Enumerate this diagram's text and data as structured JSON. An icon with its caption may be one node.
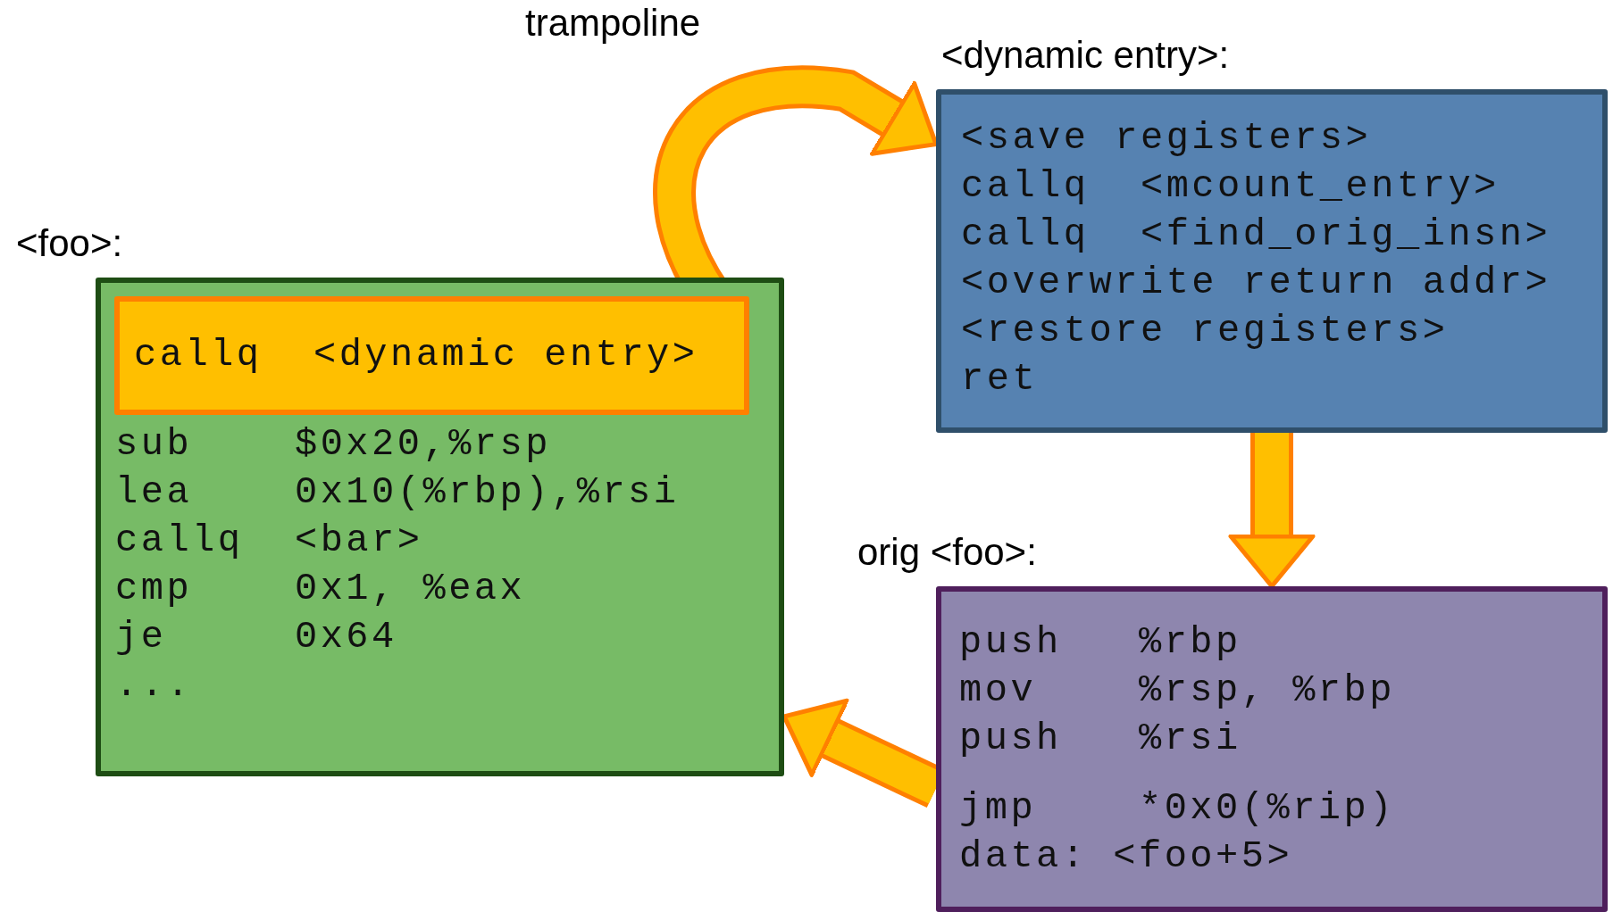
{
  "diagram": {
    "nodes": [
      {
        "text": [
          "<foo>:",
          "sub    $0x20,%rsp",
          "lea    0x10(%rbp),%rsi",
          "callq  <bar>",
          "cmp    0x1, %eax",
          "je     0x64",
          "..."
        ]
      },
      {
        "text": [
          "callq  <dynamic entry>"
        ],
        "in": 0
      },
      {
        "text": [
          "<dynamic entry>:",
          "<save registers>",
          "callq  <mcount_entry>",
          "callq  <find_orig_insn>",
          "<overwrite return addr>",
          "<restore registers>",
          "ret"
        ]
      },
      {
        "text": [
          "orig <foo>:",
          "push   %rbp",
          "mov    %rsp, %rbp",
          "push   %rsi",
          "jmp    *0x0(%rip)",
          "data: <foo+5>"
        ]
      }
    ],
    "edges": [
      {
        "from": 1,
        "to": 2,
        "arrow": "to",
        "label": "trampoline"
      },
      {
        "from": 2,
        "to": 3,
        "arrow": "to"
      },
      {
        "from": 3,
        "to": 0,
        "arrow": "to"
      }
    ]
  }
}
